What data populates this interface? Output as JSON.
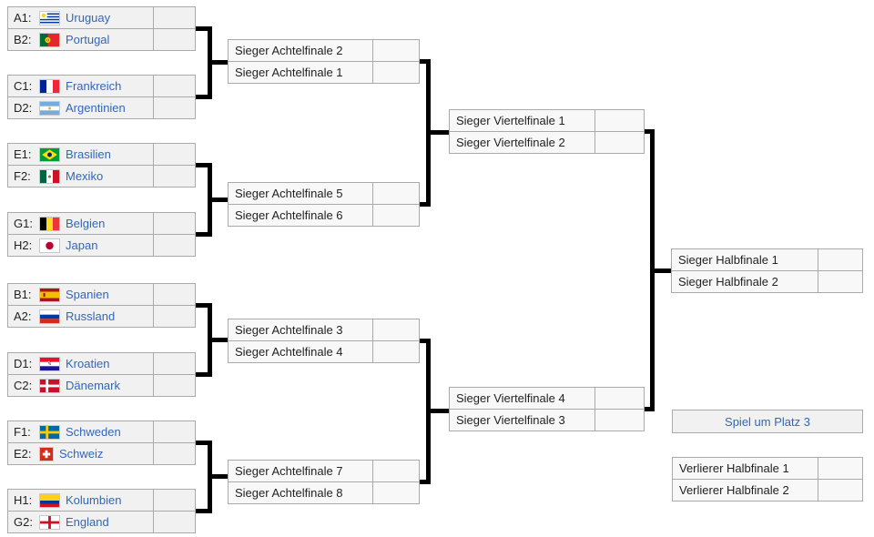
{
  "colors": {
    "link_blue": "#3366bb",
    "connector": "#000000",
    "box_border": "#aaaaaa",
    "team_box_bg": "#f1f1f1",
    "winner_box_bg": "#f8f8f8"
  },
  "bracket": {
    "round1": [
      {
        "top": {
          "seed": "A1:",
          "flag": "uruguay",
          "team": "Uruguay",
          "score": ""
        },
        "bottom": {
          "seed": "B2:",
          "flag": "portugal",
          "team": "Portugal",
          "score": ""
        }
      },
      {
        "top": {
          "seed": "C1:",
          "flag": "frankreich",
          "team": "Frankreich",
          "score": ""
        },
        "bottom": {
          "seed": "D2:",
          "flag": "argentinien",
          "team": "Argentinien",
          "score": ""
        }
      },
      {
        "top": {
          "seed": "E1:",
          "flag": "brasilien",
          "team": "Brasilien",
          "score": ""
        },
        "bottom": {
          "seed": "F2:",
          "flag": "mexiko",
          "team": "Mexiko",
          "score": ""
        }
      },
      {
        "top": {
          "seed": "G1:",
          "flag": "belgien",
          "team": "Belgien",
          "score": ""
        },
        "bottom": {
          "seed": "H2:",
          "flag": "japan",
          "team": "Japan",
          "score": ""
        }
      },
      {
        "top": {
          "seed": "B1:",
          "flag": "spanien",
          "team": "Spanien",
          "score": ""
        },
        "bottom": {
          "seed": "A2:",
          "flag": "russland",
          "team": "Russland",
          "score": ""
        }
      },
      {
        "top": {
          "seed": "D1:",
          "flag": "kroatien",
          "team": "Kroatien",
          "score": ""
        },
        "bottom": {
          "seed": "C2:",
          "flag": "daenemark",
          "team": "Dänemark",
          "score": ""
        }
      },
      {
        "top": {
          "seed": "F1:",
          "flag": "schweden",
          "team": "Schweden",
          "score": ""
        },
        "bottom": {
          "seed": "E2:",
          "flag": "schweiz",
          "team": "Schweiz",
          "score": ""
        }
      },
      {
        "top": {
          "seed": "H1:",
          "flag": "kolumbien",
          "team": "Kolumbien",
          "score": ""
        },
        "bottom": {
          "seed": "G2:",
          "flag": "england",
          "team": "England",
          "score": ""
        }
      }
    ],
    "achtelfinale": [
      {
        "top": {
          "label": "Sieger Achtelfinale 2",
          "score": ""
        },
        "bottom": {
          "label": "Sieger Achtelfinale 1",
          "score": ""
        }
      },
      {
        "top": {
          "label": "Sieger Achtelfinale 5",
          "score": ""
        },
        "bottom": {
          "label": "Sieger Achtelfinale 6",
          "score": ""
        }
      },
      {
        "top": {
          "label": "Sieger Achtelfinale 3",
          "score": ""
        },
        "bottom": {
          "label": "Sieger Achtelfinale 4",
          "score": ""
        }
      },
      {
        "top": {
          "label": "Sieger Achtelfinale 7",
          "score": ""
        },
        "bottom": {
          "label": "Sieger Achtelfinale 8",
          "score": ""
        }
      }
    ],
    "viertelfinale": [
      {
        "top": {
          "label": "Sieger Viertelfinale 1",
          "score": ""
        },
        "bottom": {
          "label": "Sieger Viertelfinale 2",
          "score": ""
        }
      },
      {
        "top": {
          "label": "Sieger Viertelfinale 4",
          "score": ""
        },
        "bottom": {
          "label": "Sieger Viertelfinale 3",
          "score": ""
        }
      }
    ],
    "finale": {
      "top": {
        "label": "Sieger Halbfinale 1",
        "score": ""
      },
      "bottom": {
        "label": "Sieger Halbfinale 2",
        "score": ""
      }
    },
    "third_place": {
      "title": "Spiel um Platz 3",
      "match": {
        "top": {
          "label": "Verlierer Halbfinale 1",
          "score": ""
        },
        "bottom": {
          "label": "Verlierer Halbfinale 2",
          "score": ""
        }
      }
    }
  }
}
